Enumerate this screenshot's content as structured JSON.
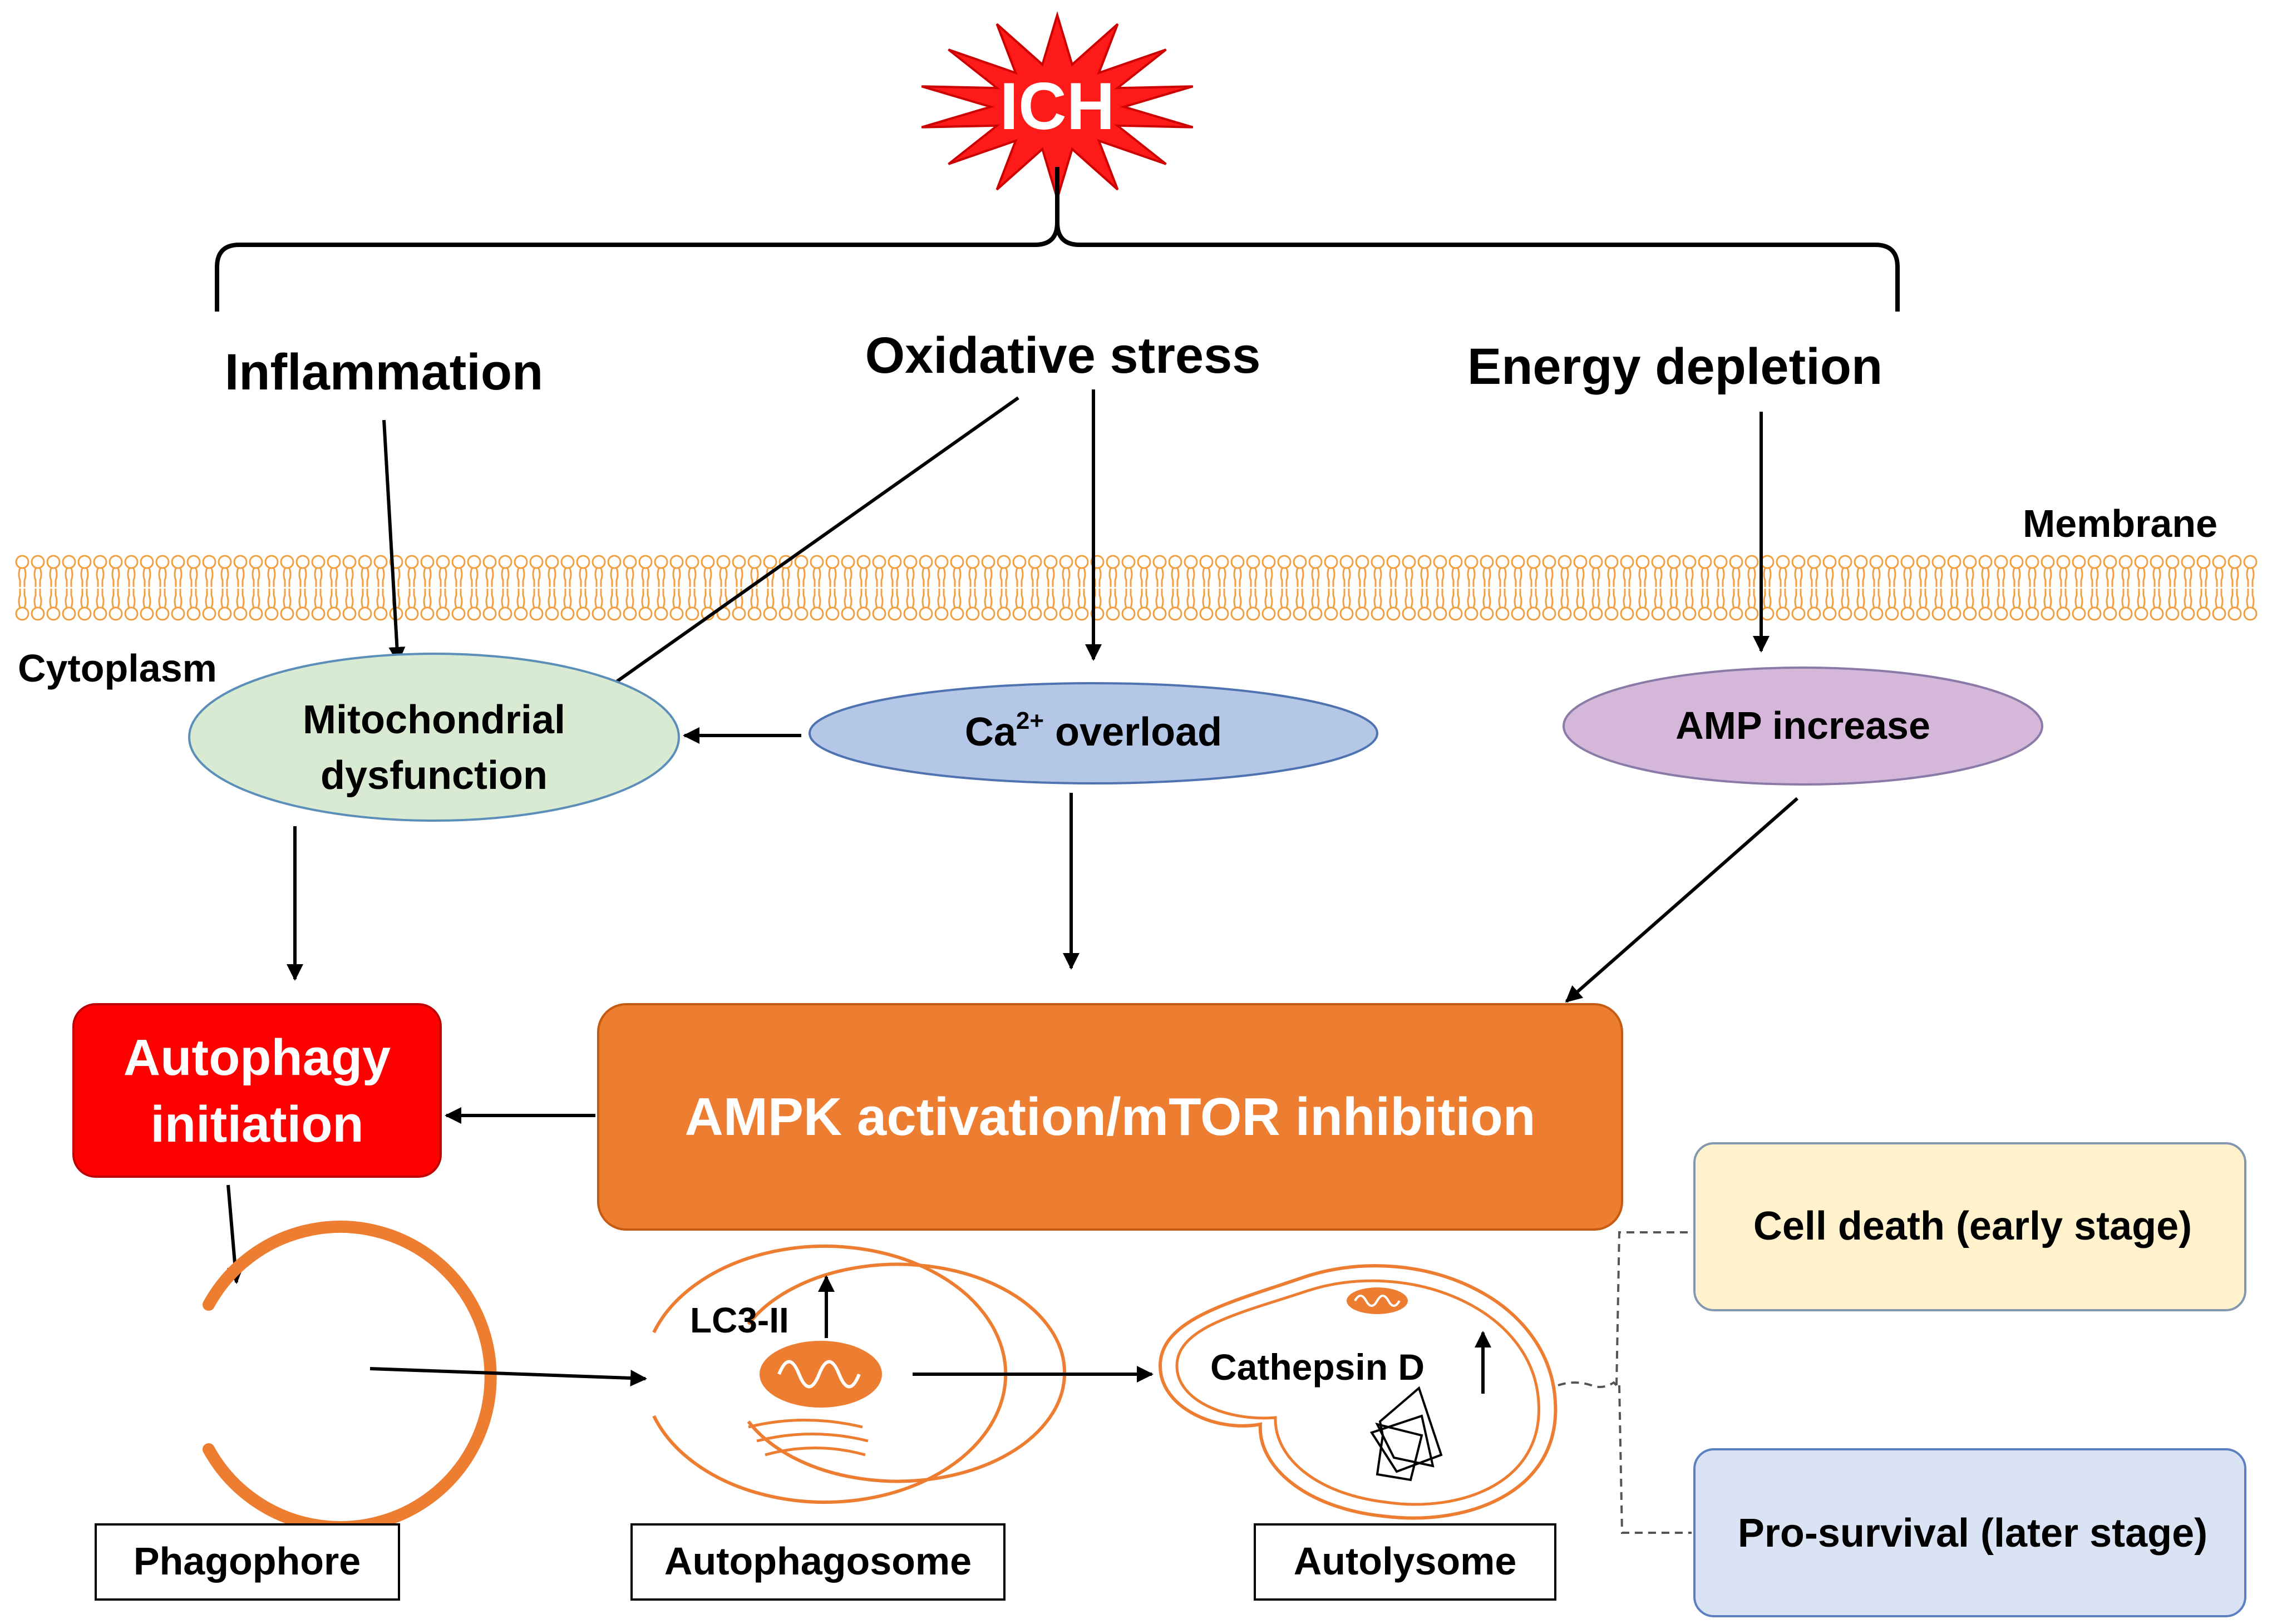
{
  "trigger": {
    "label": "ICH",
    "color": "#ff1a1a"
  },
  "upstream": {
    "inflammation": "Inflammation",
    "oxidative_stress": "Oxidative stress",
    "energy_depletion": "Energy depletion"
  },
  "membrane_label": "Membrane",
  "cytoplasm_label": "Cytoplasm",
  "nodes": {
    "mito_line1": "Mitochondrial",
    "mito_line2": "dysfunction",
    "ca_base": "Ca",
    "ca_sup": "2+",
    "ca_rest": " overload",
    "amp": "AMP increase",
    "autophagy_line1": "Autophagy",
    "autophagy_line2": "initiation",
    "ampk": "AMPK activation/mTOR inhibition"
  },
  "stages": {
    "phagophore": "Phagophore",
    "autophagosome": "Autophagosome",
    "autolysome": "Autolysome",
    "lc3": "LC3-II",
    "cathepsin": "Cathepsin D"
  },
  "outcomes": {
    "early": "Cell death (early stage)",
    "later": "Pro-survival (later stage)"
  },
  "colors": {
    "membrane": "#f0a040",
    "mito_fill": "#d9ead3",
    "ca_fill": "#b4c7e7",
    "amp_fill": "#d5b8d9",
    "autophagy_fill": "#ff0000",
    "ampk_fill": "#ed7d31",
    "organelle": "#ed7d31",
    "early_fill": "#fff2cc",
    "later_fill": "#dae3f3"
  }
}
